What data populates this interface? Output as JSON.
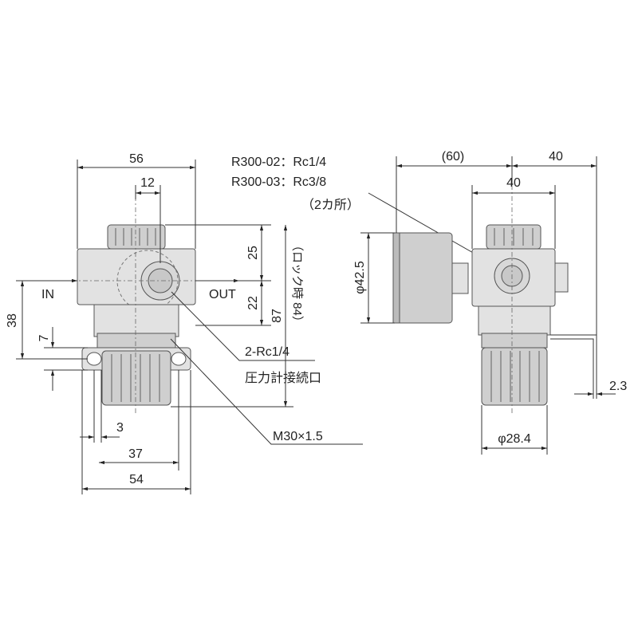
{
  "front_view": {
    "dims": {
      "width_56": "56",
      "port_12": "12",
      "height_25": "25",
      "height_22": "22",
      "height_87": "87",
      "lock_84": "（ロック時 84）",
      "height_38": "38",
      "height_7": "7",
      "width_3": "3",
      "width_37": "37",
      "width_54": "54"
    },
    "labels": {
      "in": "IN",
      "out": "OUT",
      "port": "2-Rc1/4",
      "gauge_port": "圧力計接続口",
      "thread": "M30×1.5"
    }
  },
  "side_view": {
    "dims": {
      "depth_60": "(60)",
      "width_40_top": "40",
      "width_40_inner": "40",
      "dia_42_5": "φ42.5",
      "dia_28_4": "φ28.4",
      "thick_2_3": "2.3"
    },
    "labels": {
      "model_02": "R300-02：Rc1/4",
      "model_03": "R300-03：Rc3/8",
      "count": "（2カ所）"
    }
  }
}
